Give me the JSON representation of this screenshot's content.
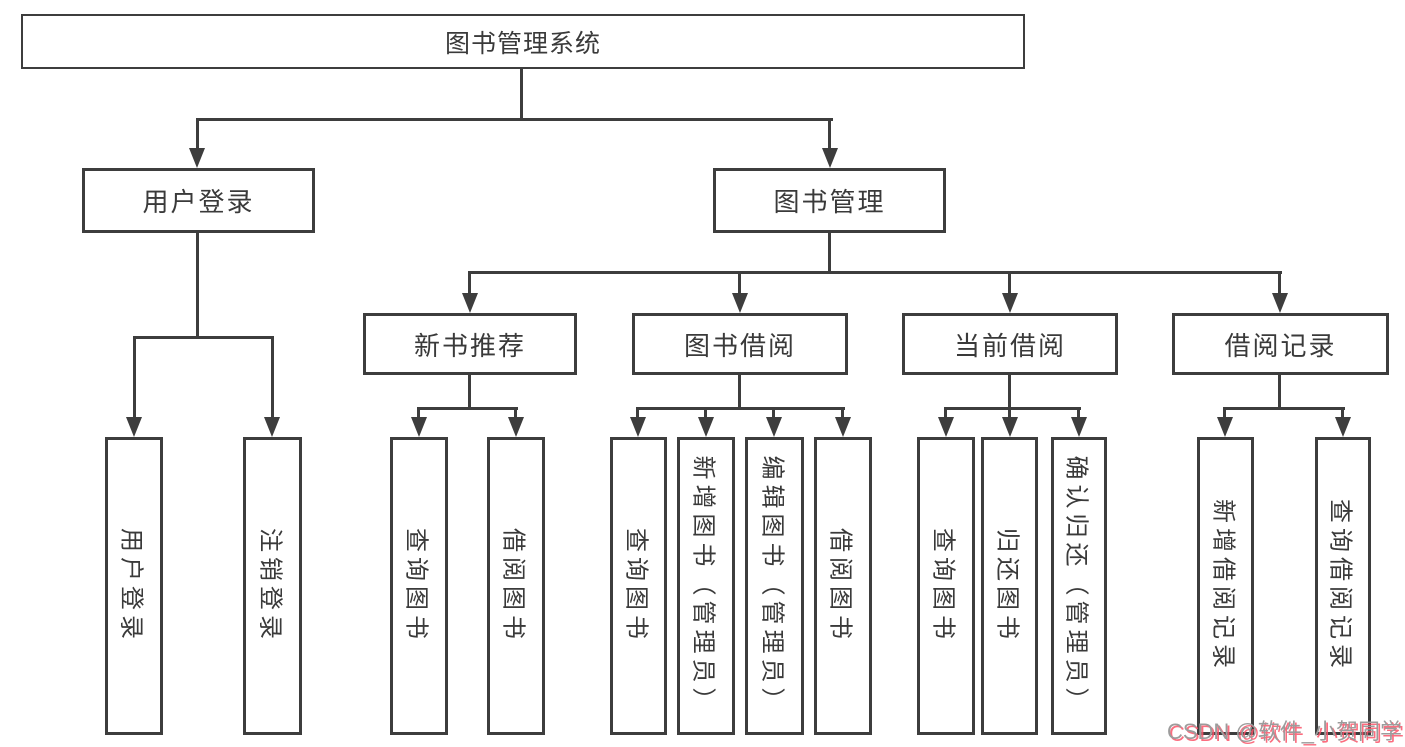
{
  "diagram_title": "图书管理系统",
  "colors": {
    "background": "#ffffff",
    "line": "#3d3d3d",
    "box_border": "#3d3d3d",
    "text": "#3a3a3a",
    "watermark_text": "#9c9c9c",
    "watermark_shadow": "#fa5468"
  },
  "tree": {
    "root": {
      "label": "图书管理系统",
      "children": [
        {
          "label": "用户登录",
          "children": [
            {
              "label": "用户登录"
            },
            {
              "label": "注销登录"
            }
          ]
        },
        {
          "label": "图书管理",
          "children": [
            {
              "label": "新书推荐",
              "children": [
                {
                  "label": "查询图书"
                },
                {
                  "label": "借阅图书"
                }
              ]
            },
            {
              "label": "图书借阅",
              "children": [
                {
                  "label": "查询图书"
                },
                {
                  "label": "新增图书（管理员）"
                },
                {
                  "label": "编辑图书（管理员）"
                },
                {
                  "label": "借阅图书"
                }
              ]
            },
            {
              "label": "当前借阅",
              "children": [
                {
                  "label": "查询图书"
                },
                {
                  "label": "归还图书"
                },
                {
                  "label": "确认归还（管理员）"
                }
              ]
            },
            {
              "label": "借阅记录",
              "children": [
                {
                  "label": "新增借阅记录"
                },
                {
                  "label": "查询借阅记录"
                }
              ]
            }
          ]
        }
      ]
    }
  },
  "watermark": {
    "text": "CSDN @软件_小贺同学"
  }
}
